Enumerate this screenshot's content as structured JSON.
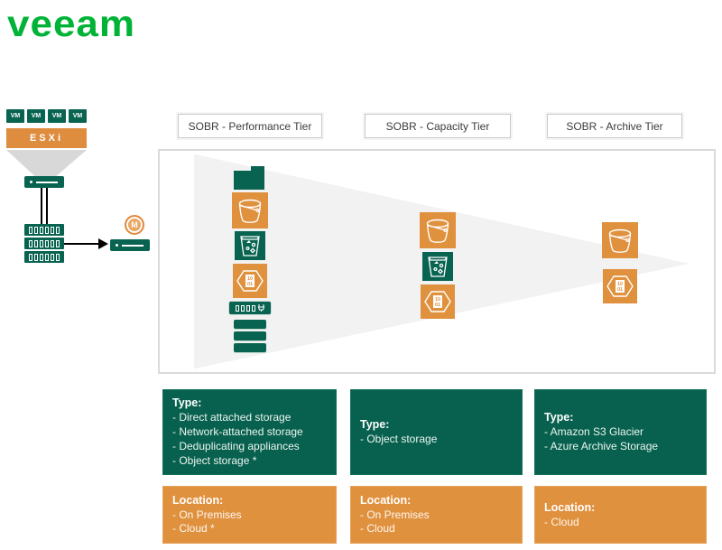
{
  "logo": {
    "text": "veeam",
    "color": "#00b336"
  },
  "left_flow": {
    "vms": [
      "VM",
      "VM",
      "VM",
      "VM"
    ],
    "esxi_label": "ESXi",
    "badge_label": "M"
  },
  "headers": [
    {
      "label": "SOBR - Performance Tier"
    },
    {
      "label": "SOBR - Capacity Tier"
    },
    {
      "label": "SOBR - Archive Tier"
    }
  ],
  "tiers": [
    {
      "name": "performance",
      "icons": [
        "folder-icon",
        "bucket-icon",
        "blob-bin-icon",
        "hexagon-object-icon",
        "dedupe-appliance-icon",
        "disk-stack-icon"
      ]
    },
    {
      "name": "capacity",
      "icons": [
        "bucket-icon",
        "blob-bin-icon",
        "hexagon-object-icon"
      ]
    },
    {
      "name": "archive",
      "icons": [
        "bucket-icon",
        "hexagon-object-icon"
      ]
    }
  ],
  "type_boxes": [
    {
      "title": "Type:",
      "items": [
        "- Direct attached storage",
        "- Network-attached storage",
        "- Deduplicating appliances",
        "- Object storage *"
      ]
    },
    {
      "title": "Type:",
      "items": [
        "- Object storage"
      ]
    },
    {
      "title": "Type:",
      "items": [
        "- Amazon S3 Glacier",
        "- Azure Archive Storage"
      ]
    }
  ],
  "location_boxes": [
    {
      "title": "Location:",
      "items": [
        "- On Premises",
        "- Cloud *"
      ]
    },
    {
      "title": "Location:",
      "items": [
        "- On Premises",
        "- Cloud"
      ]
    },
    {
      "title": "Location:",
      "items": [
        "- Cloud"
      ]
    }
  ],
  "hex_doc_text": {
    "line1": "10",
    "line2": "01"
  },
  "colors": {
    "logo_green": "#00b336",
    "dark_green": "#086350",
    "orange": "#e0913e",
    "triangle_gray": "#f2f2f2",
    "border_gray": "#dadada"
  }
}
